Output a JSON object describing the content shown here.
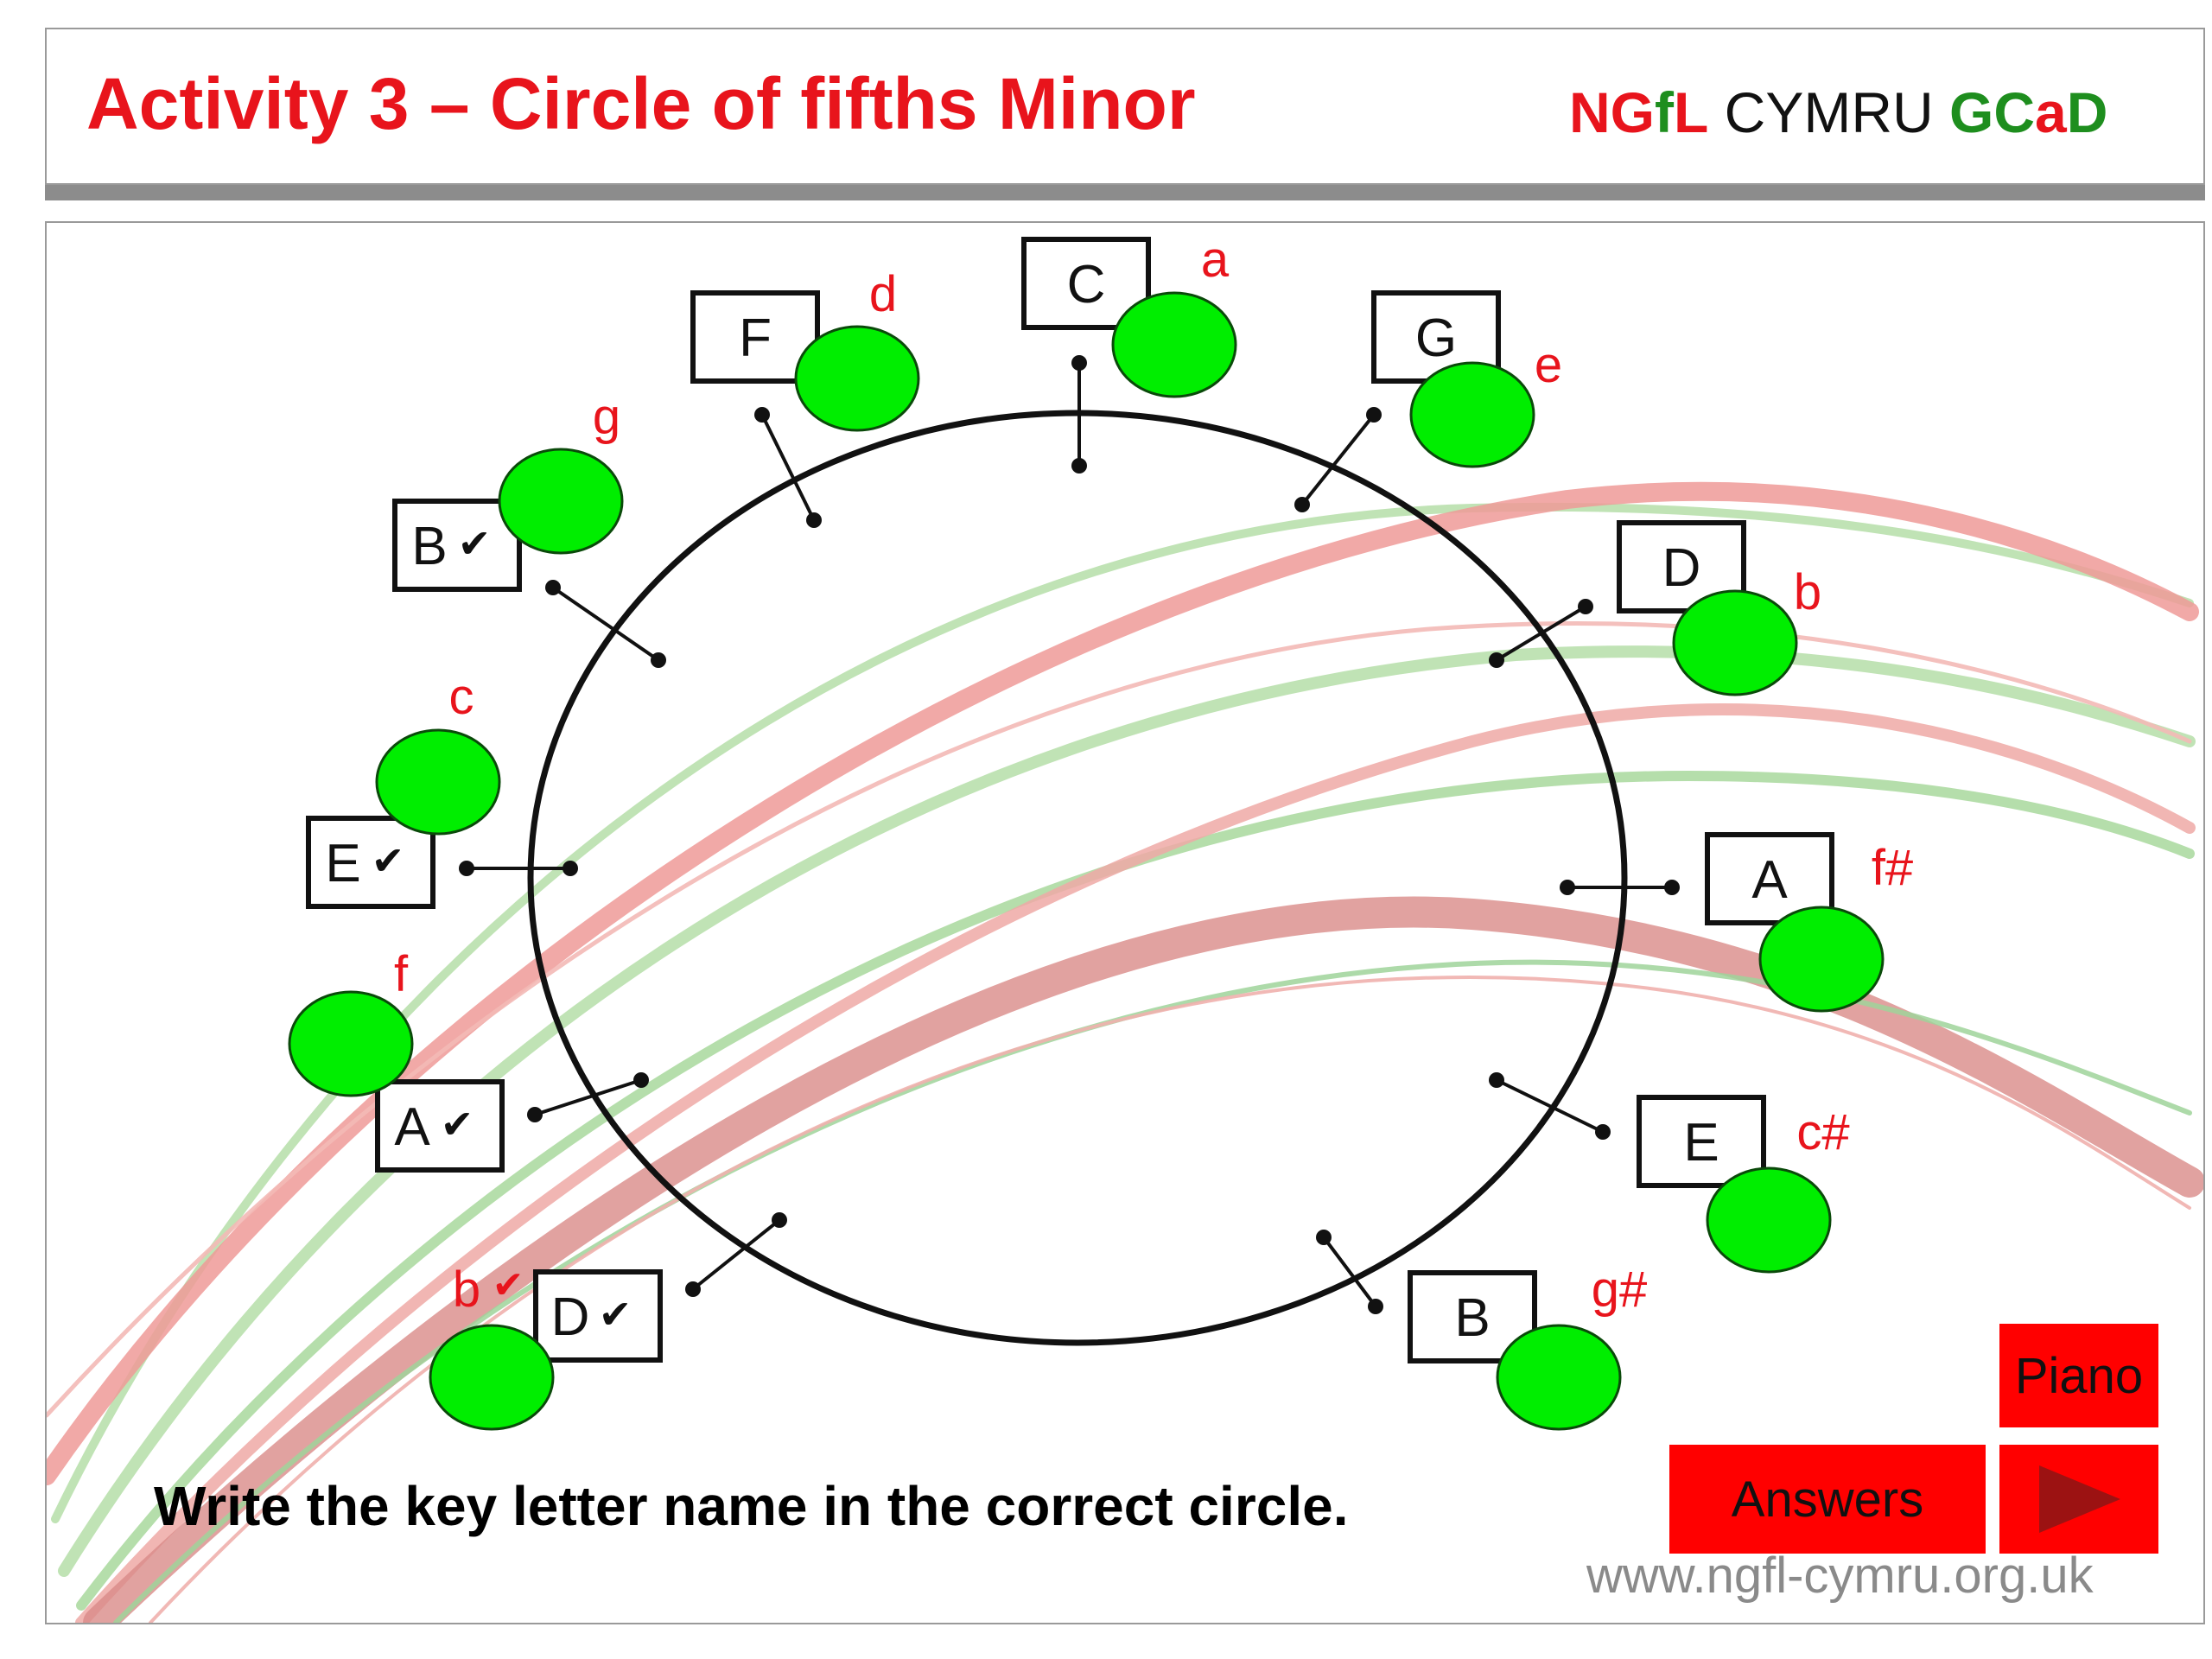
{
  "header": {
    "title": "Activity 3 – Circle of fifths Minor",
    "logo": {
      "part1": "NG",
      "part2": "f",
      "part3": "L",
      "part4": "CYMRU",
      "part5": "GC",
      "part6": "a",
      "part7": "D"
    }
  },
  "circle": {
    "major_keys": [
      {
        "label": "C",
        "check": ""
      },
      {
        "label": "G",
        "check": ""
      },
      {
        "label": "D",
        "check": ""
      },
      {
        "label": "A",
        "check": ""
      },
      {
        "label": "E",
        "check": ""
      },
      {
        "label": "B",
        "check": ""
      },
      {
        "label": "D",
        "check": "✔"
      },
      {
        "label": "A",
        "check": "✔"
      },
      {
        "label": "E",
        "check": "✔"
      },
      {
        "label": "B",
        "check": "✔"
      },
      {
        "label": "F",
        "check": ""
      }
    ],
    "minor_keys": [
      "a",
      "e",
      "b",
      "f#",
      "c#",
      "g#",
      "b",
      "f",
      "c",
      "g",
      "d"
    ],
    "minor_marks": {
      "b_check": "✔"
    }
  },
  "instruction": "Write the key letter name in the correct circle.",
  "buttons": {
    "piano": "Piano",
    "answers": "Answers",
    "play_icon": "play-icon"
  },
  "footer": {
    "website": "www.ngfl-cymru.org.uk"
  },
  "colors": {
    "accent_red": "#e8141c",
    "button_red": "#ff0000",
    "answer_green": "#00ee00",
    "logo_green": "#1e8e1e"
  }
}
